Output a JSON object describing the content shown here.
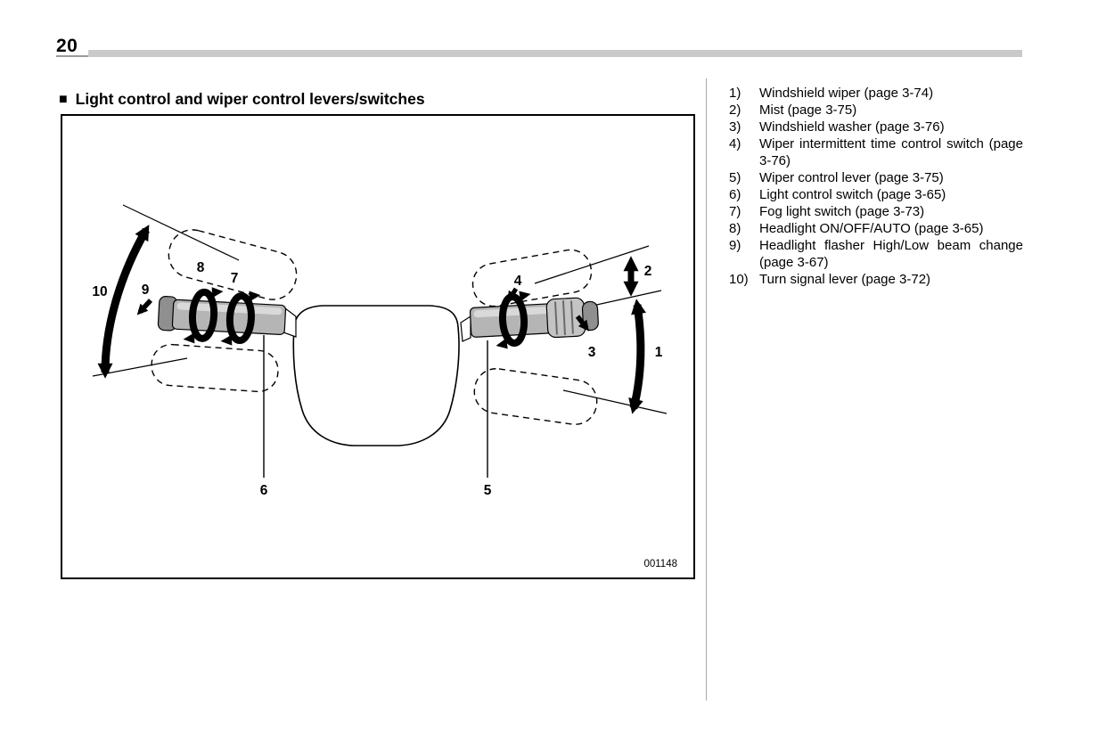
{
  "page": {
    "number": "20"
  },
  "heading": {
    "bullet": "■",
    "title": "Light control and wiper control levers/switches"
  },
  "figure": {
    "code": "001148",
    "callouts": {
      "n1": "1",
      "n2": "2",
      "n3": "3",
      "n4": "4",
      "n5": "5",
      "n6": "6",
      "n7": "7",
      "n8": "8",
      "n9": "9",
      "n10": "10"
    }
  },
  "legend": {
    "items": [
      {
        "num": "1)",
        "text": "Windshield wiper (page 3-74)"
      },
      {
        "num": "2)",
        "text": "Mist (page 3-75)"
      },
      {
        "num": "3)",
        "text": "Windshield washer (page 3-76)"
      },
      {
        "num": "4)",
        "text": "Wiper intermittent time control switch (page 3-76)"
      },
      {
        "num": "5)",
        "text": "Wiper control lever (page 3-75)"
      },
      {
        "num": "6)",
        "text": "Light control switch (page 3-65)"
      },
      {
        "num": "7)",
        "text": "Fog light switch (page 3-73)"
      },
      {
        "num": "8)",
        "text": "Headlight ON/OFF/AUTO (page 3-65)"
      },
      {
        "num": "9)",
        "text": "Headlight flasher High/Low beam change (page 3-67)"
      },
      {
        "num": "10)",
        "text": "Turn signal lever (page 3-72)"
      }
    ]
  },
  "colors": {
    "rule_gray": "#c9c9c9",
    "lever_gray": "#b5b5b5"
  }
}
